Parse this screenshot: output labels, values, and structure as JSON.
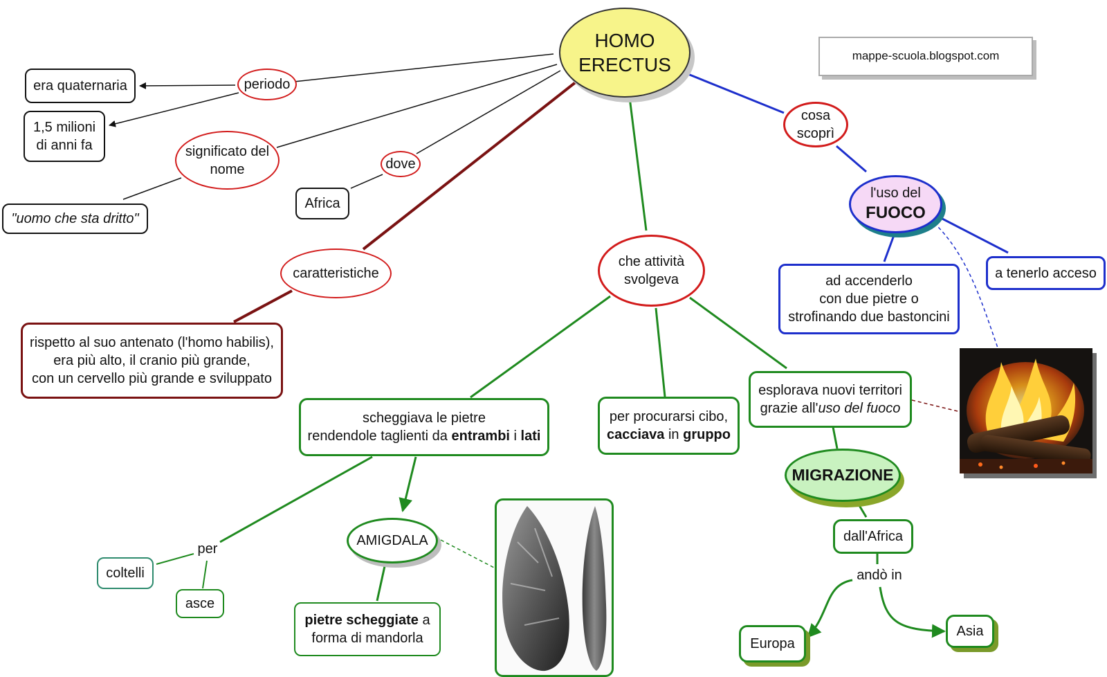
{
  "title": {
    "line1": "HOMO",
    "line2": "ERECTUS"
  },
  "source": "mappe-scuola.blogspot.com",
  "left_branch": {
    "periodo": "periodo",
    "era": "era quaternaria",
    "milioni_1": "1,5 milioni",
    "milioni_2": "di anni fa",
    "significato_1": "significato del",
    "significato_2": "nome",
    "uomo": "\"uomo che sta dritto\"",
    "dove": "dove",
    "africa": "Africa",
    "caratteristiche": "caratteristiche",
    "rispetto_1": "rispetto al suo antenato (l'homo habilis),",
    "rispetto_2": "era più alto, il cranio più grande,",
    "rispetto_3": "con un cervello più grande e sviluppato"
  },
  "center_branch": {
    "attivita_1": "che attività",
    "attivita_2": "svolgeva",
    "scheggiava_1": "scheggiava le pietre",
    "scheggiava_2a": "rendendole taglienti da ",
    "scheggiava_2b": "entrambi",
    "scheggiava_2c": " i ",
    "scheggiava_2d": "lati",
    "cibo_1": "per procurarsi cibo,",
    "cibo_2a": "cacciava",
    "cibo_2b": " in ",
    "cibo_2c": "gruppo",
    "per": "per",
    "coltelli": "coltelli",
    "asce": "asce",
    "amigdala": "AMIGDALA",
    "pietre_1a": "pietre scheggiate",
    "pietre_1b": " a",
    "pietre_2": "forma di mandorla",
    "esplorava_1": "esplorava nuovi territori",
    "esplorava_2a": "grazie all'",
    "esplorava_2b": "uso del fuoco",
    "migrazione": "MIGRAZIONE",
    "dallafrica": "dall'Africa",
    "ando": "andò in",
    "europa": "Europa",
    "asia": "Asia"
  },
  "right_branch": {
    "cosa_1": "cosa",
    "cosa_2": "scoprì",
    "fuoco_1": "l'uso del",
    "fuoco_2": "FUOCO",
    "accenderlo_1": "ad accenderlo",
    "accenderlo_2": "con due pietre o",
    "accenderlo_3": "strofinando due bastoncini",
    "tenerlo": "a tenerlo acceso"
  },
  "colors": {
    "green": "#1f8a1f",
    "dark_red": "#7a1212",
    "red": "#d21b1b",
    "blue": "#1d2fcc",
    "title_fill": "#f7f48a",
    "fuoco_fill": "#f6d9f6",
    "migrazione_fill": "#c9f2c0"
  },
  "images": [
    {
      "name": "fire-photo",
      "icon": "burning-logs"
    },
    {
      "name": "amigdala-photo",
      "icon": "stone-handaxe"
    }
  ]
}
